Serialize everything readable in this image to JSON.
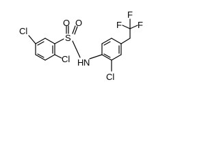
{
  "molecule": {
    "atoms": {
      "cl_left": "Cl",
      "cl_ortho": "Cl",
      "sulfur": "S",
      "oxygen_left": "O",
      "oxygen_right": "O",
      "nitrogen": "N",
      "hydrogen": "H",
      "fluorine_left": "F",
      "fluorine_top": "F",
      "fluorine_right": "F",
      "cl_bottom": "Cl"
    }
  }
}
